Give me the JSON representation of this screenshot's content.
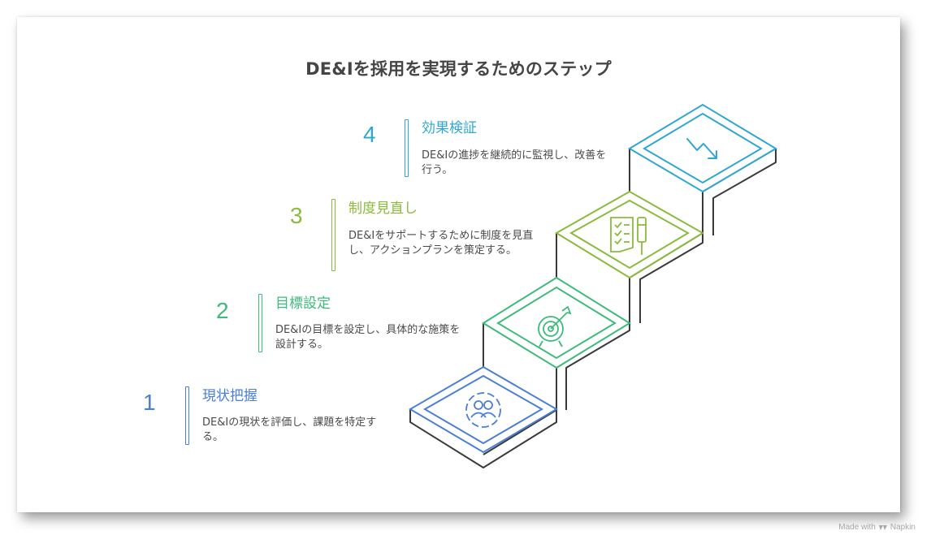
{
  "title": "DE&Iを採用を実現するためのステップ",
  "steps": [
    {
      "number": "1",
      "heading": "現状把握",
      "description": "DE&Iの現状を評価し、課題を特定する。",
      "color": "#4a7fd4",
      "icon": "people-circle-icon"
    },
    {
      "number": "2",
      "heading": "目標設定",
      "description": "DE&Iの目標を設定し、具体的な施策を設計する。",
      "color": "#3dbb7a",
      "icon": "target-arrow-icon"
    },
    {
      "number": "3",
      "heading": "制度見直し",
      "description": "DE&Iをサポートするために制度を見直し、アクションプランを策定する。",
      "color": "#8bbb3c",
      "icon": "checklist-pen-icon"
    },
    {
      "number": "4",
      "heading": "効果検証",
      "description": "DE&Iの進捗を継続的に監視し、改善を行う。",
      "color": "#2fa7d1",
      "icon": "trend-down-arrow-icon"
    }
  ],
  "footer": {
    "made_with": "Made with",
    "brand": "Napkin"
  }
}
